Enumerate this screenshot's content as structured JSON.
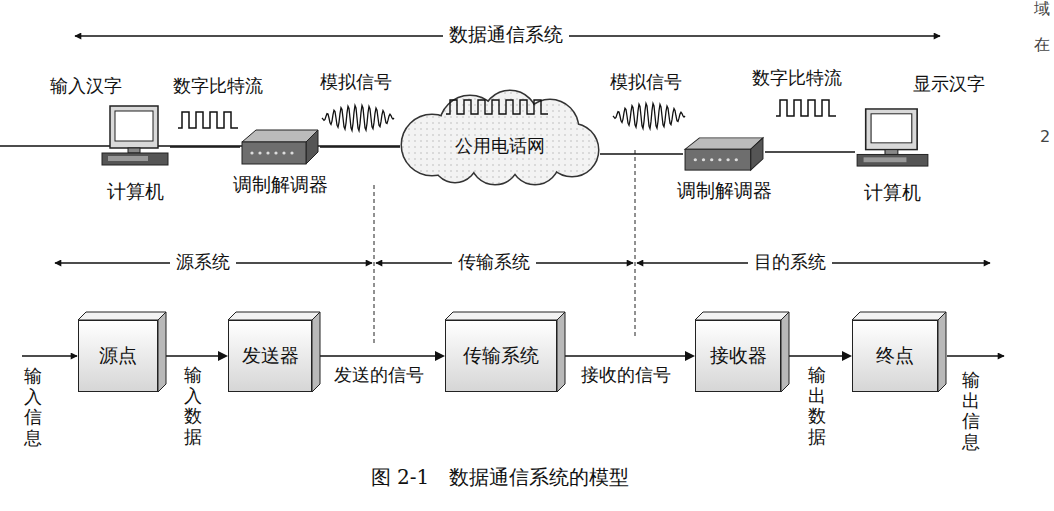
{
  "diagram": {
    "title": "数据通信系统",
    "caption": "图 2-1　数据通信系统的模型",
    "nodes": [
      {
        "text": [
          "计算机"
        ]
      },
      {
        "text": [
          "调制解调器"
        ]
      },
      {
        "text": [
          "公用电话网"
        ]
      },
      {
        "text": [
          "调制解调器"
        ]
      },
      {
        "text": [
          "计算机"
        ]
      },
      {
        "text": [
          "源点"
        ]
      },
      {
        "text": [
          "发送器"
        ]
      },
      {
        "text": [
          "传输系统"
        ]
      },
      {
        "text": [
          "接收器"
        ]
      },
      {
        "text": [
          "终点"
        ]
      }
    ],
    "edges": [
      {
        "from": 0,
        "to": 1,
        "arrow": "none"
      },
      {
        "from": 1,
        "to": 2,
        "arrow": "none"
      },
      {
        "from": 2,
        "to": 3,
        "arrow": "none"
      },
      {
        "from": 3,
        "to": 4,
        "arrow": "none"
      },
      {
        "from": 5,
        "to": 6,
        "label": "输入 数据",
        "arrow": "to"
      },
      {
        "from": 6,
        "to": 7,
        "label": "发送的信号",
        "arrow": "to"
      },
      {
        "from": 7,
        "to": 8,
        "label": "接收的信号",
        "arrow": "to"
      },
      {
        "from": 8,
        "to": 9,
        "label": "输出 数据",
        "arrow": "to"
      }
    ],
    "labels": [
      "输入汉字",
      "数字比特流",
      "模拟信号",
      "模拟信号",
      "数字比特流",
      "显示汉字",
      "源系统",
      "传输系统",
      "目的系统",
      "输入 信息",
      "输出 信息",
      "域",
      "在",
      "2"
    ]
  }
}
